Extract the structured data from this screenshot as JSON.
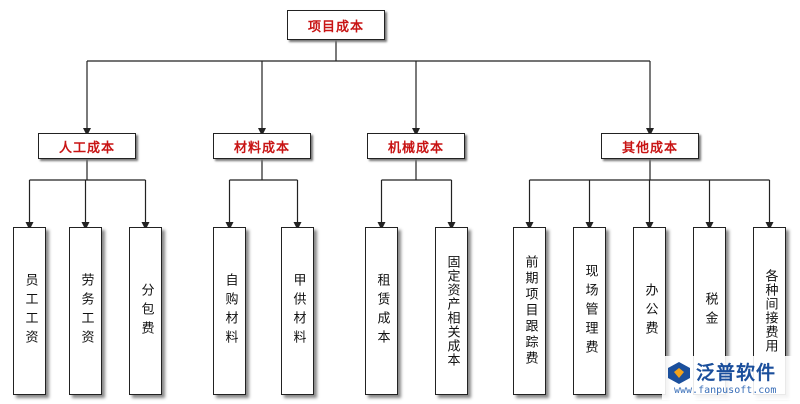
{
  "root": {
    "label": "项目成本"
  },
  "categories": [
    {
      "label": "人工成本",
      "children": [
        "员工工资",
        "劳务工资",
        "分包费"
      ]
    },
    {
      "label": "材料成本",
      "children": [
        "自购材料",
        "甲供材料"
      ]
    },
    {
      "label": "机械成本",
      "children": [
        "租赁成本",
        "固定资产相关成本"
      ]
    },
    {
      "label": "其他成本",
      "children": [
        "前期项目跟踪费",
        "现场管理费",
        "办公费",
        "税金",
        "各种间接费用"
      ]
    }
  ],
  "watermark": {
    "brand": "泛普软件",
    "url": "www.fanpusoft.com"
  },
  "colors": {
    "category_text": "#c81414",
    "line": "#222222",
    "brand": "#1b4f9c"
  }
}
